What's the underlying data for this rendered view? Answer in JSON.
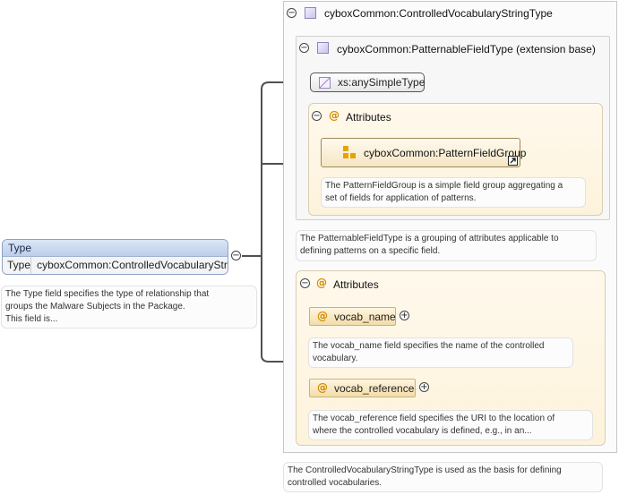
{
  "type_element": {
    "header": "Type",
    "key": "Type",
    "value": "cyboxCommon:ControlledVocabularyStri ...",
    "doc_lines": [
      "The Type field specifies the type of relationship that",
      "groups the Malware Subjects in the Package.",
      "This field is..."
    ]
  },
  "controlled_vocab": {
    "title": "cyboxCommon:ControlledVocabularyStringType",
    "doc_lines": [
      "The ControlledVocabularyStringType is used as the basis for defining",
      "controlled vocabularies."
    ]
  },
  "patternable": {
    "title": "cyboxCommon:PatternableFieldType (extension base)",
    "simple_type": "xs:anySimpleType",
    "attributes_label": "Attributes",
    "group_name": "cyboxCommon:PatternFieldGroup",
    "group_doc_lines": [
      "The PatternFieldGroup is a simple field group aggregating a",
      "set of fields for application of patterns."
    ],
    "doc_lines": [
      "The PatternableFieldType is a grouping of attributes applicable to",
      "defining patterns on a specific field."
    ]
  },
  "attributes": {
    "label": "Attributes",
    "at_symbol": "@",
    "items": [
      {
        "name": "vocab_name",
        "doc_lines": [
          "The vocab_name field specifies the name of the controlled",
          "vocabulary."
        ]
      },
      {
        "name": "vocab_reference",
        "doc_lines": [
          "The vocab_reference field specifies the URI to the location of",
          "where the controlled vocabulary is defined, e.g., in an..."
        ]
      }
    ]
  },
  "toggles": {
    "collapse": "−",
    "expand": "+"
  },
  "colors": {
    "connector": "#505050",
    "type_header": "#bccee9",
    "attribute_panel": "#fdf3dc",
    "at_symbol": "#d08a00"
  }
}
